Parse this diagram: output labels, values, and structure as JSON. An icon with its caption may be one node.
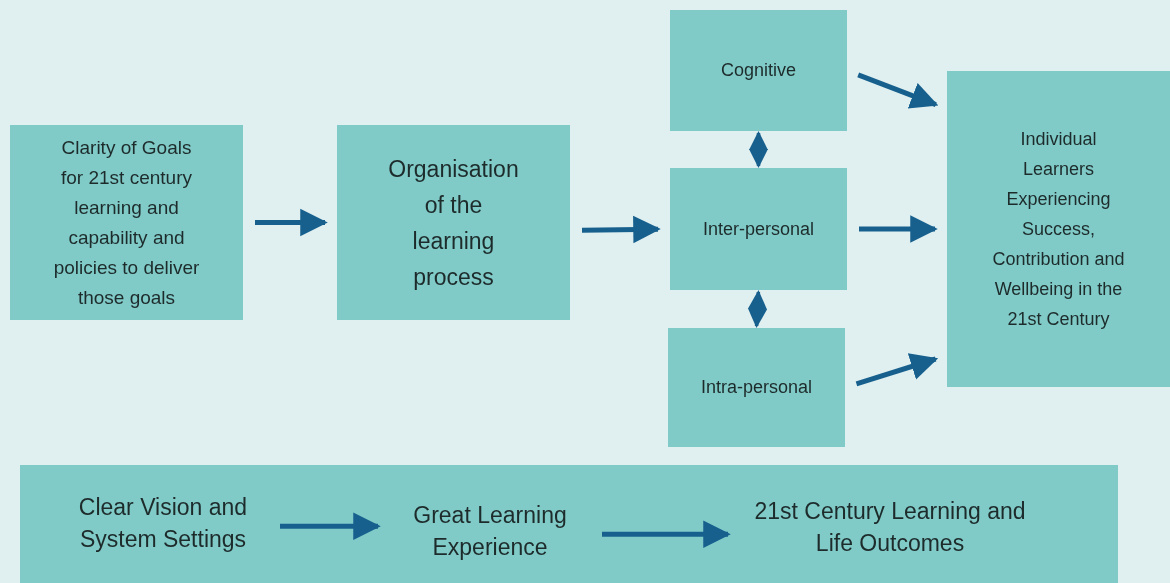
{
  "diagram": {
    "nodes": [
      {
        "text": [
          "Clarity of Goals for 21st century learning and capability and policies to deliver those goals"
        ]
      },
      {
        "text": [
          "Organisation of the learning process"
        ]
      },
      {
        "text": [
          "Cognitive"
        ]
      },
      {
        "text": [
          "Inter-personal"
        ]
      },
      {
        "text": [
          "Intra-personal"
        ]
      },
      {
        "text": [
          "Individual Learners Experiencing Success, Contribution and Wellbeing in the 21st Century"
        ]
      },
      {
        "text": [],
        "shape": "box"
      },
      {
        "text": [
          "Clear Vision and System Settings"
        ],
        "in": 6
      },
      {
        "text": [
          "Great Learning Experience"
        ],
        "in": 6
      },
      {
        "text": [
          "21st Century Learning and Life Outcomes"
        ],
        "in": 6
      }
    ],
    "edges": [
      {
        "from": 0,
        "to": 1,
        "arrow": "to"
      },
      {
        "from": 1,
        "to": 3,
        "arrow": "to"
      },
      {
        "from": 2,
        "to": 3,
        "arrow": "both"
      },
      {
        "from": 3,
        "to": 4,
        "arrow": "both"
      },
      {
        "from": 2,
        "to": 5,
        "arrow": "to"
      },
      {
        "from": 3,
        "to": 5,
        "arrow": "to"
      },
      {
        "from": 4,
        "to": 5,
        "arrow": "to"
      },
      {
        "from": 7,
        "to": 8,
        "arrow": "to"
      },
      {
        "from": 8,
        "to": 9,
        "arrow": "to"
      }
    ]
  }
}
